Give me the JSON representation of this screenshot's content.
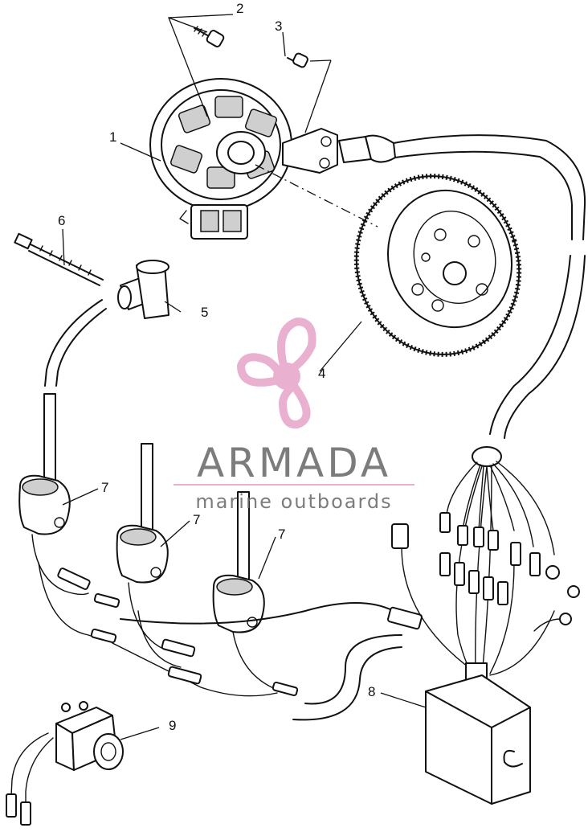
{
  "callouts": {
    "c1": "1",
    "c2": "2",
    "c3": "3",
    "c4": "4",
    "c5": "5",
    "c6": "6",
    "c7a": "7",
    "c7b": "7",
    "c7c": "7",
    "c8": "8",
    "c9": "9"
  },
  "watermark": {
    "brand": "ARMADA",
    "tagline": "marine outboards",
    "logo_icon": "propeller-logo-icon",
    "accent_color": "#e8a8cc",
    "text_color": "#6e6e6e"
  }
}
